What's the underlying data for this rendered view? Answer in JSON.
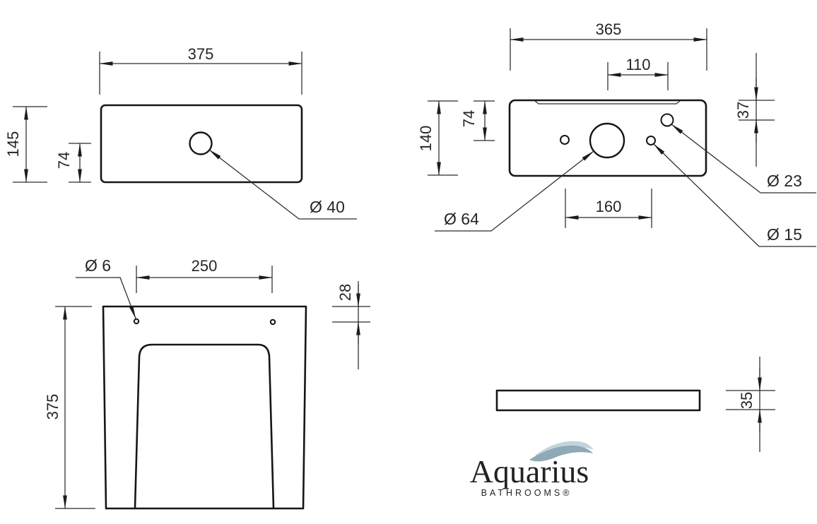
{
  "colors": {
    "line": "#161616",
    "dimension_line": "#2b2b2b",
    "brand_teal": "#3b5b6e",
    "wave_light": "#c3d3da",
    "wave_dark": "#8fa9b6",
    "tagline_gray": "#4f4f4f"
  },
  "logo": {
    "name": "Aquarius",
    "tagline": "BATHROOMS®"
  },
  "views": {
    "front": {
      "width": "375",
      "height": "145",
      "hole_offset": "74",
      "hole_dia": "Ø 40"
    },
    "back": {
      "width": "365",
      "hole_spacing_top": "110",
      "height": "140",
      "hole_drop": "74",
      "corner_hole_drop": "37",
      "corner_hole_dia": "Ø 23",
      "flush_hole_dia": "Ø 64",
      "side_hole_dia": "Ø 15",
      "hole_spacing_bottom": "160"
    },
    "plan": {
      "hole_dia": "Ø 6",
      "hole_spacing": "250",
      "depth": "375",
      "hole_inset": "28"
    },
    "profile": {
      "thickness": "35"
    }
  }
}
